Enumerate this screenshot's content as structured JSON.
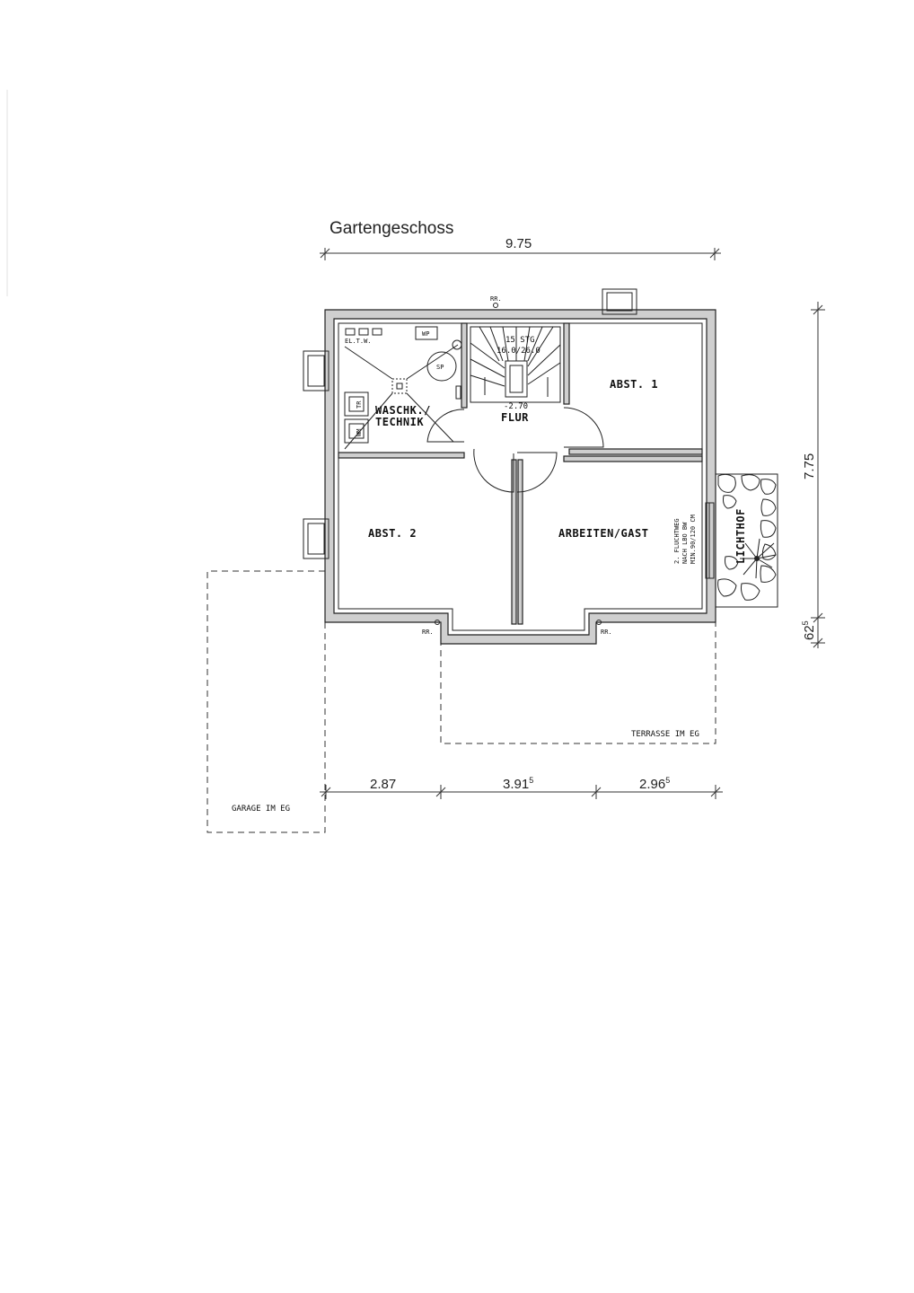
{
  "plan": {
    "title": "Gartengeschoss",
    "dimensions": {
      "top_width": "9.75",
      "right_height": "7.75",
      "right_offset": "62",
      "right_offset_sup": "5",
      "bottom_1": "2.87",
      "bottom_2": "3.91",
      "bottom_2_sup": "5",
      "bottom_3": "2.96",
      "bottom_3_sup": "5"
    },
    "rooms": {
      "technik_line1": "WASCHK./",
      "technik_line2": "TECHNIK",
      "stair_line1": "15 STG",
      "stair_line2": "16.0/26.0",
      "flur_level": "-2.70",
      "flur": "FLUR",
      "abst1": "ABST. 1",
      "abst2": "ABST. 2",
      "arbeiten": "ARBEITEN/GAST",
      "fluchtweg_line1": "2. FLUCHTWEG",
      "fluchtweg_line2": "NACH LBO BW",
      "fluchtweg_line3": "MIN.90/120 CM",
      "lichthof": "LICHTHOF"
    },
    "equipment": {
      "eltw": "EL.T.W.",
      "wp": "WP",
      "sp": "SP",
      "tr": "TR",
      "wm": "WM"
    },
    "annotations": {
      "rr_top": "RR.",
      "rr_left": "RR.",
      "rr_right": "RR.",
      "terrasse": "TERRASSE IM EG",
      "garage": "GARAGE IM EG"
    }
  }
}
